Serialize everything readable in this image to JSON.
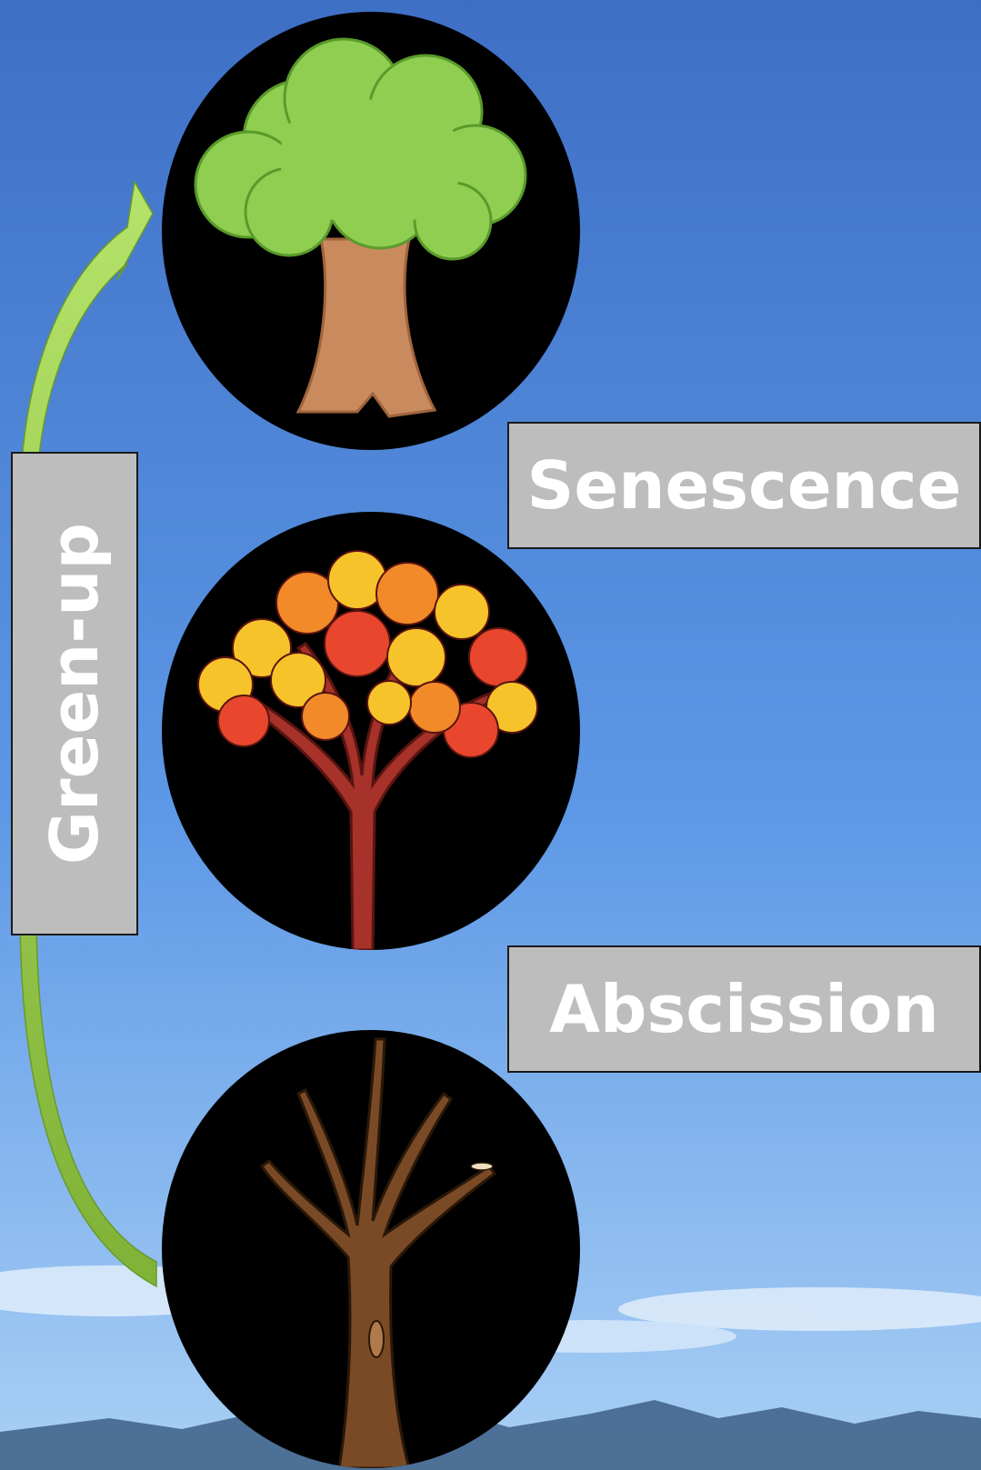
{
  "labels": {
    "greenup": "Green-up",
    "senescence": "Senescence",
    "abscission": "Abscission"
  },
  "colors": {
    "sky_top": "#3f74c9",
    "sky_bottom": "#9cc7f4",
    "circle": "#000000",
    "label_box": "#bdbdbd",
    "label_text": "#ffffff",
    "arrow": "#8fc33a",
    "canopy_green": "#8fce51",
    "trunk_tan": "#c98a5e",
    "bark_red": "#a6322a",
    "bark_brown": "#7a4a26"
  },
  "stages": [
    {
      "id": "green-tree",
      "icon": "green-tree-icon"
    },
    {
      "id": "autumn-tree",
      "icon": "autumn-tree-icon"
    },
    {
      "id": "bare-tree",
      "icon": "bare-tree-icon"
    }
  ]
}
